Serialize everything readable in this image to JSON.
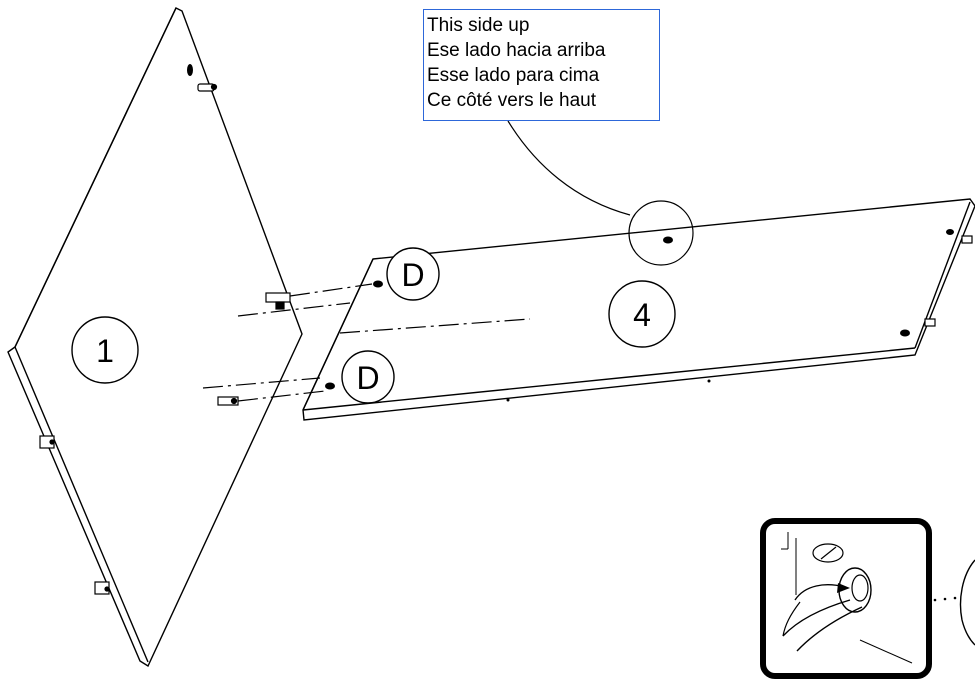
{
  "callout": {
    "lines": [
      "This side up",
      "Ese lado hacia arriba",
      "Esse lado para cima",
      "Ce côté vers le haut"
    ],
    "border_color": "#2d67d9"
  },
  "part_labels": {
    "panel_1": "1",
    "panel_4": "4",
    "dowel_upper": "D",
    "dowel_lower": "D"
  },
  "icons": {
    "detail_inset": "cam-lock-turn-detail-icon",
    "cam_hole": "cam-hole-icon"
  },
  "colors": {
    "line": "#000000",
    "callout_border": "#2d67d9"
  }
}
